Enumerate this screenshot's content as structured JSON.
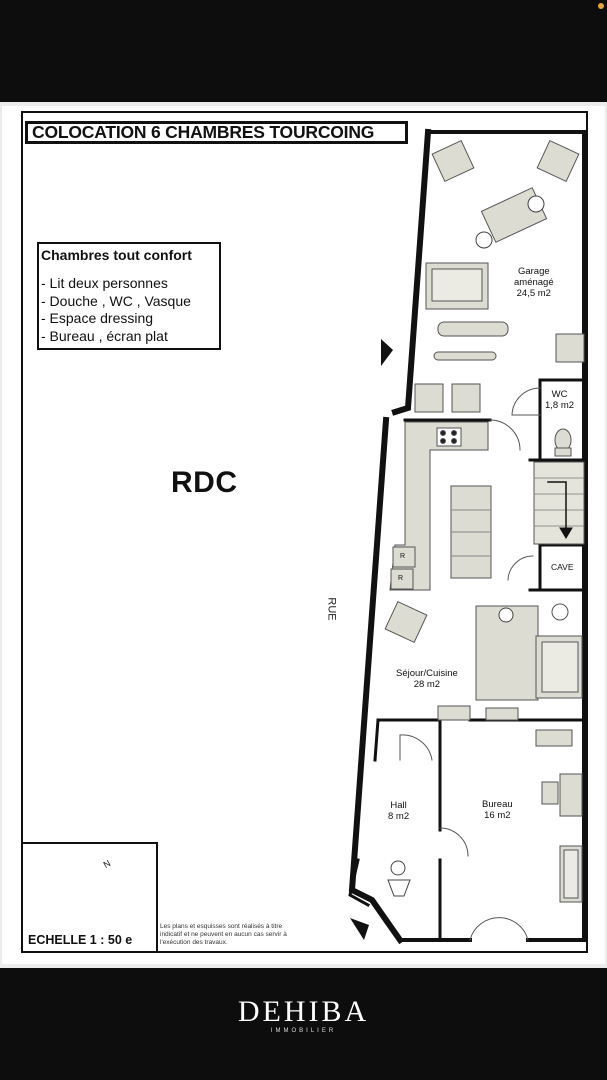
{
  "title": "COLOCATION 6 CHAMBRES TOURCOING",
  "features": {
    "heading": "Chambres tout confort",
    "items": [
      "- Lit deux personnes",
      "- Douche , WC , Vasque",
      "- Espace dressing",
      "- Bureau , écran plat"
    ]
  },
  "level": "RDC",
  "street_label": "RUE",
  "rooms": {
    "garage": {
      "name": "Garage aménagé",
      "name_line1": "Garage",
      "name_line2": "aménagé",
      "area": "24,5 m2"
    },
    "wc": {
      "name": "WC",
      "area": "1,8 m2"
    },
    "cave": {
      "name": "CAVE"
    },
    "sejour": {
      "name": "Séjour/Cuisine",
      "area": "28 m2"
    },
    "hall": {
      "name": "Hall",
      "area": "8 m2"
    },
    "bureau": {
      "name": "Bureau",
      "area": "16 m2"
    }
  },
  "fridge_labels": [
    "R",
    "R"
  ],
  "compass": {
    "north_label": "N"
  },
  "scale": "ECHELLE 1 : 50 e",
  "disclaimer": "Les plans et esquisses sont réalisés à titre indicatif et ne peuvent en aucun cas servir à l'exécution des travaux.",
  "brand": {
    "name": "DEHIBA",
    "tagline": "IMMOBILIER"
  },
  "colors": {
    "wall": "#111111",
    "furniture_fill": "#dcdcd2",
    "furniture_stroke": "#555555",
    "background": "#0d0d0d",
    "accent_dot": "#e8a23a"
  }
}
